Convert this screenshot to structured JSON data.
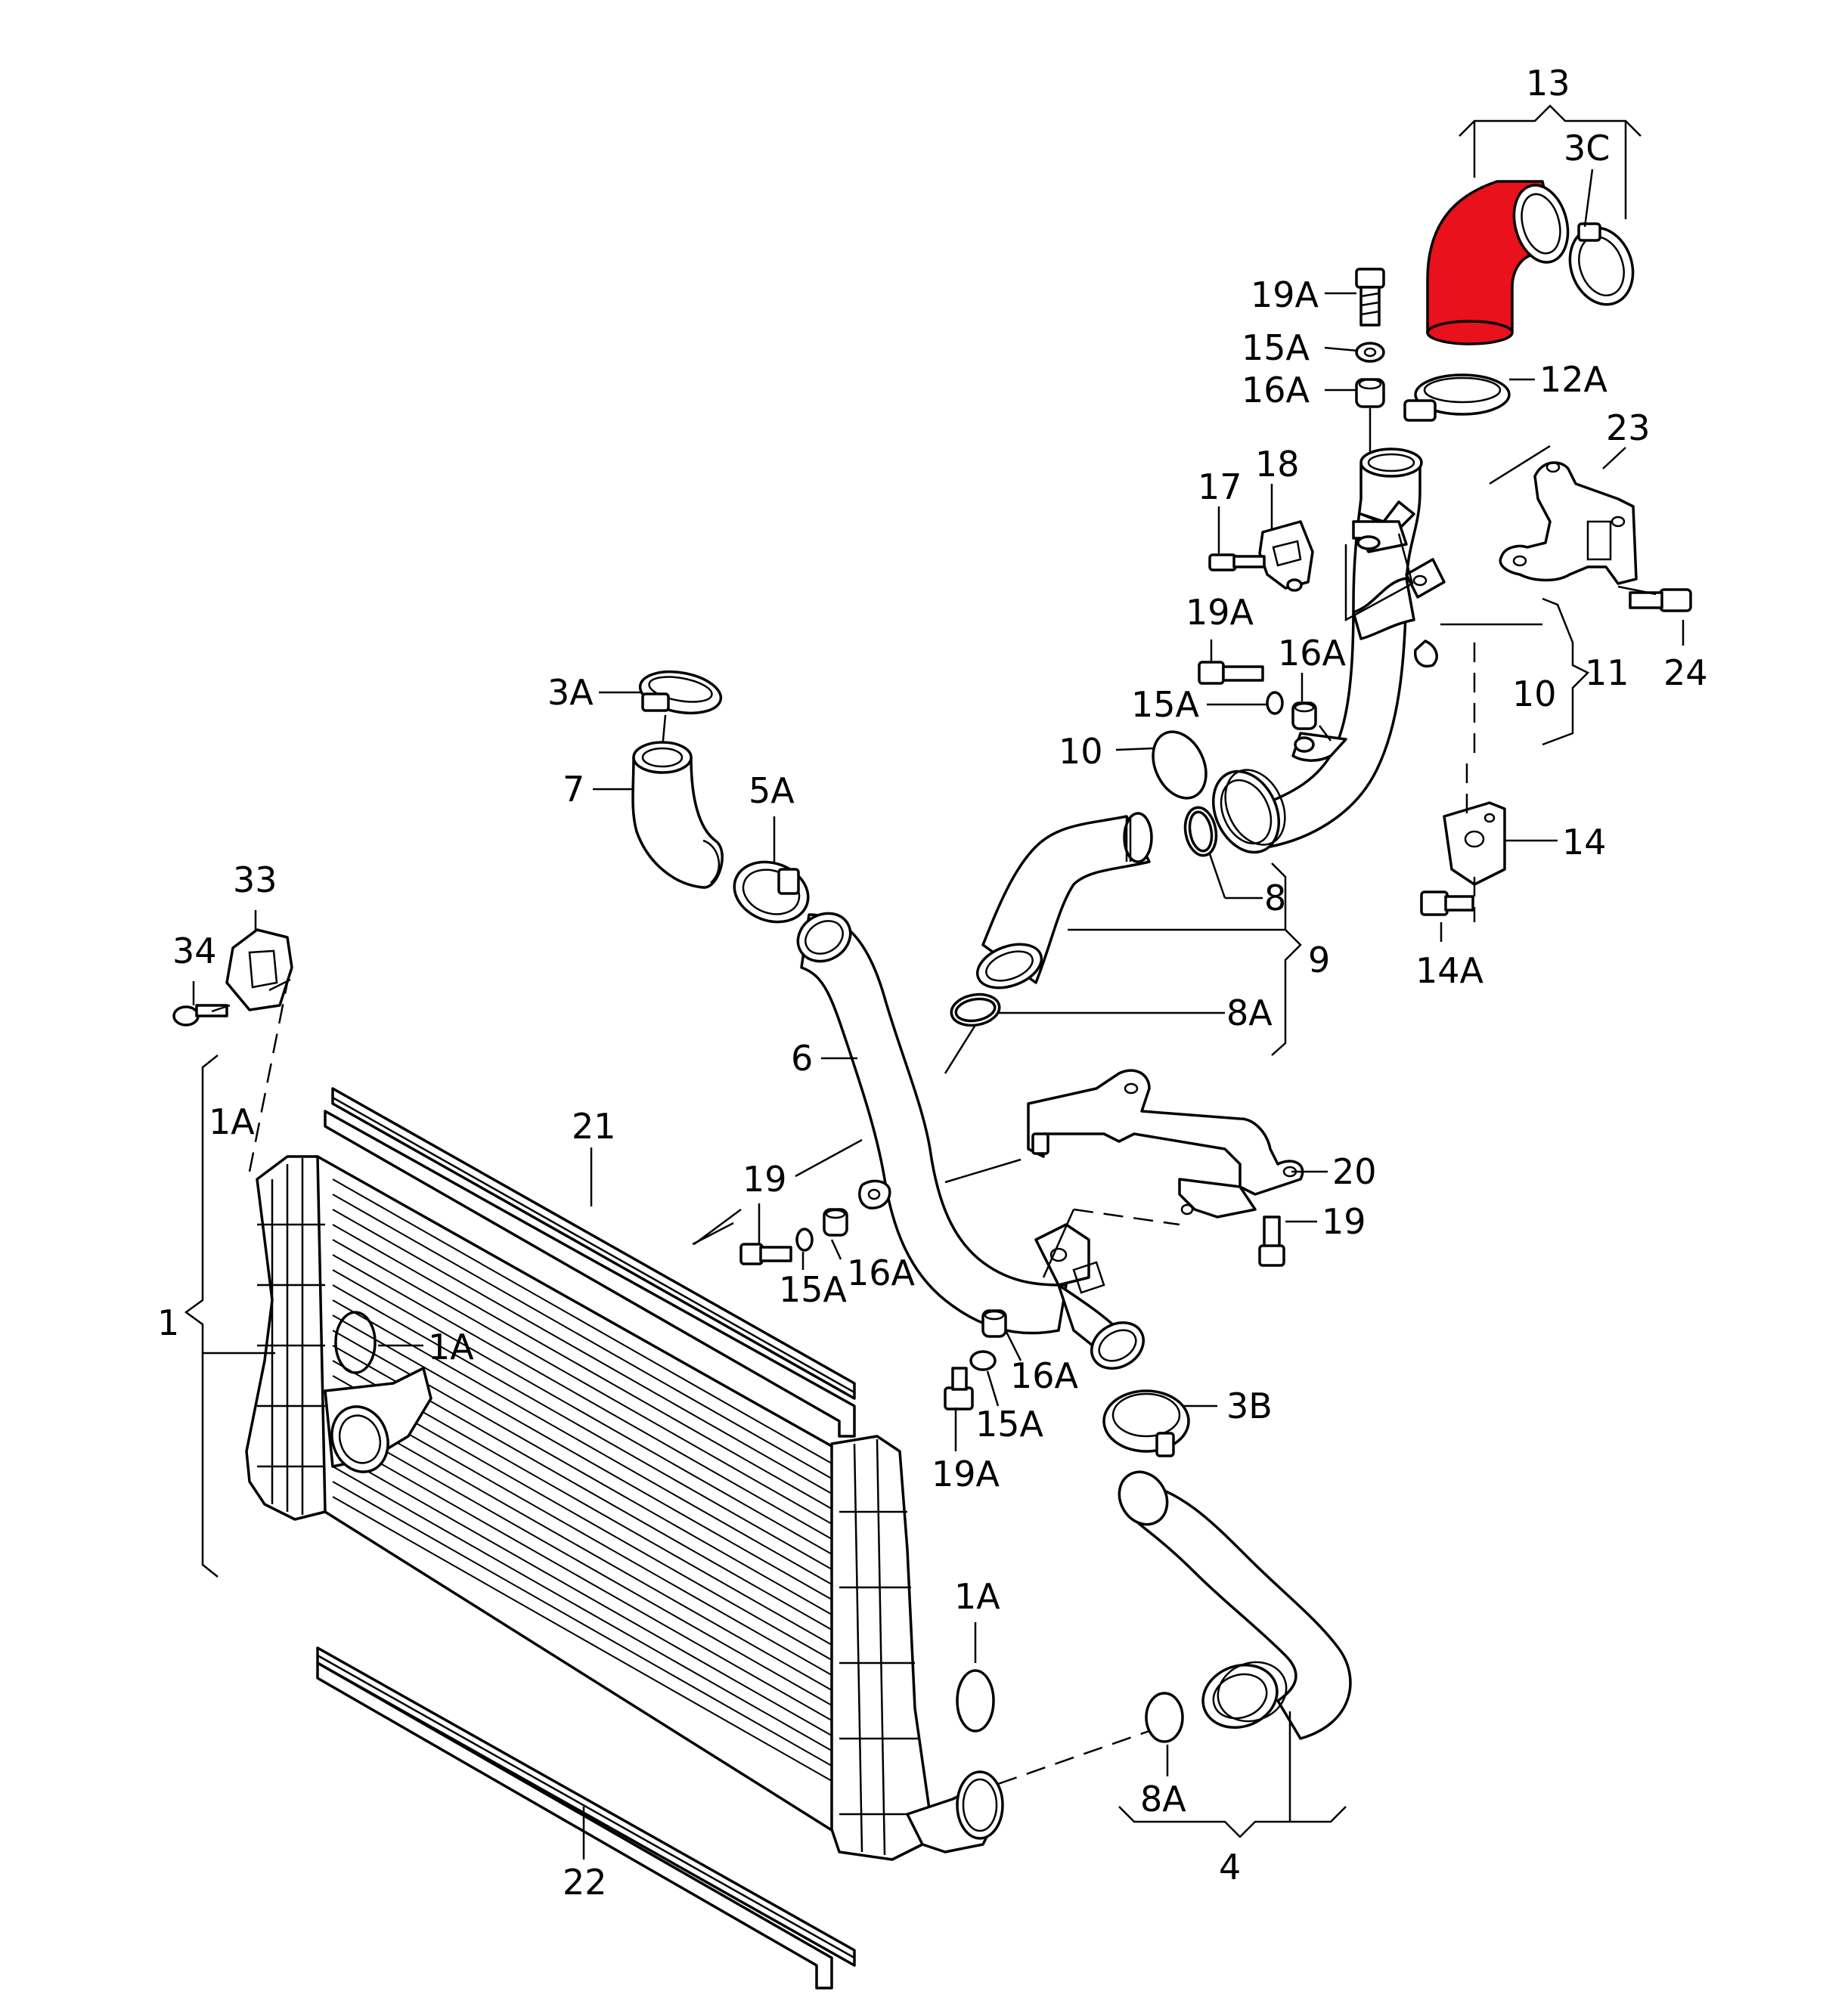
{
  "diagram": {
    "highlight_color": "#e8111c",
    "callouts": {
      "c1": "1",
      "c1A_top": "1A",
      "c1A_inlet": "1A",
      "c1A_lower": "1A",
      "c3A": "3A",
      "c3B": "3B",
      "c3C": "3C",
      "c4": "4",
      "c5A": "5A",
      "c6": "6",
      "c7": "7",
      "c8": "8",
      "c8A_mid": "8A",
      "c8A_low": "8A",
      "c9": "9",
      "c10_ring": "10",
      "c10_br": "10",
      "c11": "11",
      "c12A": "12A",
      "c13": "13",
      "c14": "14",
      "c14A": "14A",
      "c15A_top": "15A",
      "c15A_mid": "15A",
      "c15A_left": "15A",
      "c15A_low": "15A",
      "c16A_top": "16A",
      "c16A_mid": "16A",
      "c16A_left": "16A",
      "c16A_low": "16A",
      "c17": "17",
      "c18": "18",
      "c19_left": "19",
      "c19_right": "19",
      "c19A_top": "19A",
      "c19A_mid": "19A",
      "c19A_low": "19A",
      "c20": "20",
      "c21": "21",
      "c22": "22",
      "c23": "23",
      "c24": "24",
      "c33": "33",
      "c34": "34"
    }
  }
}
